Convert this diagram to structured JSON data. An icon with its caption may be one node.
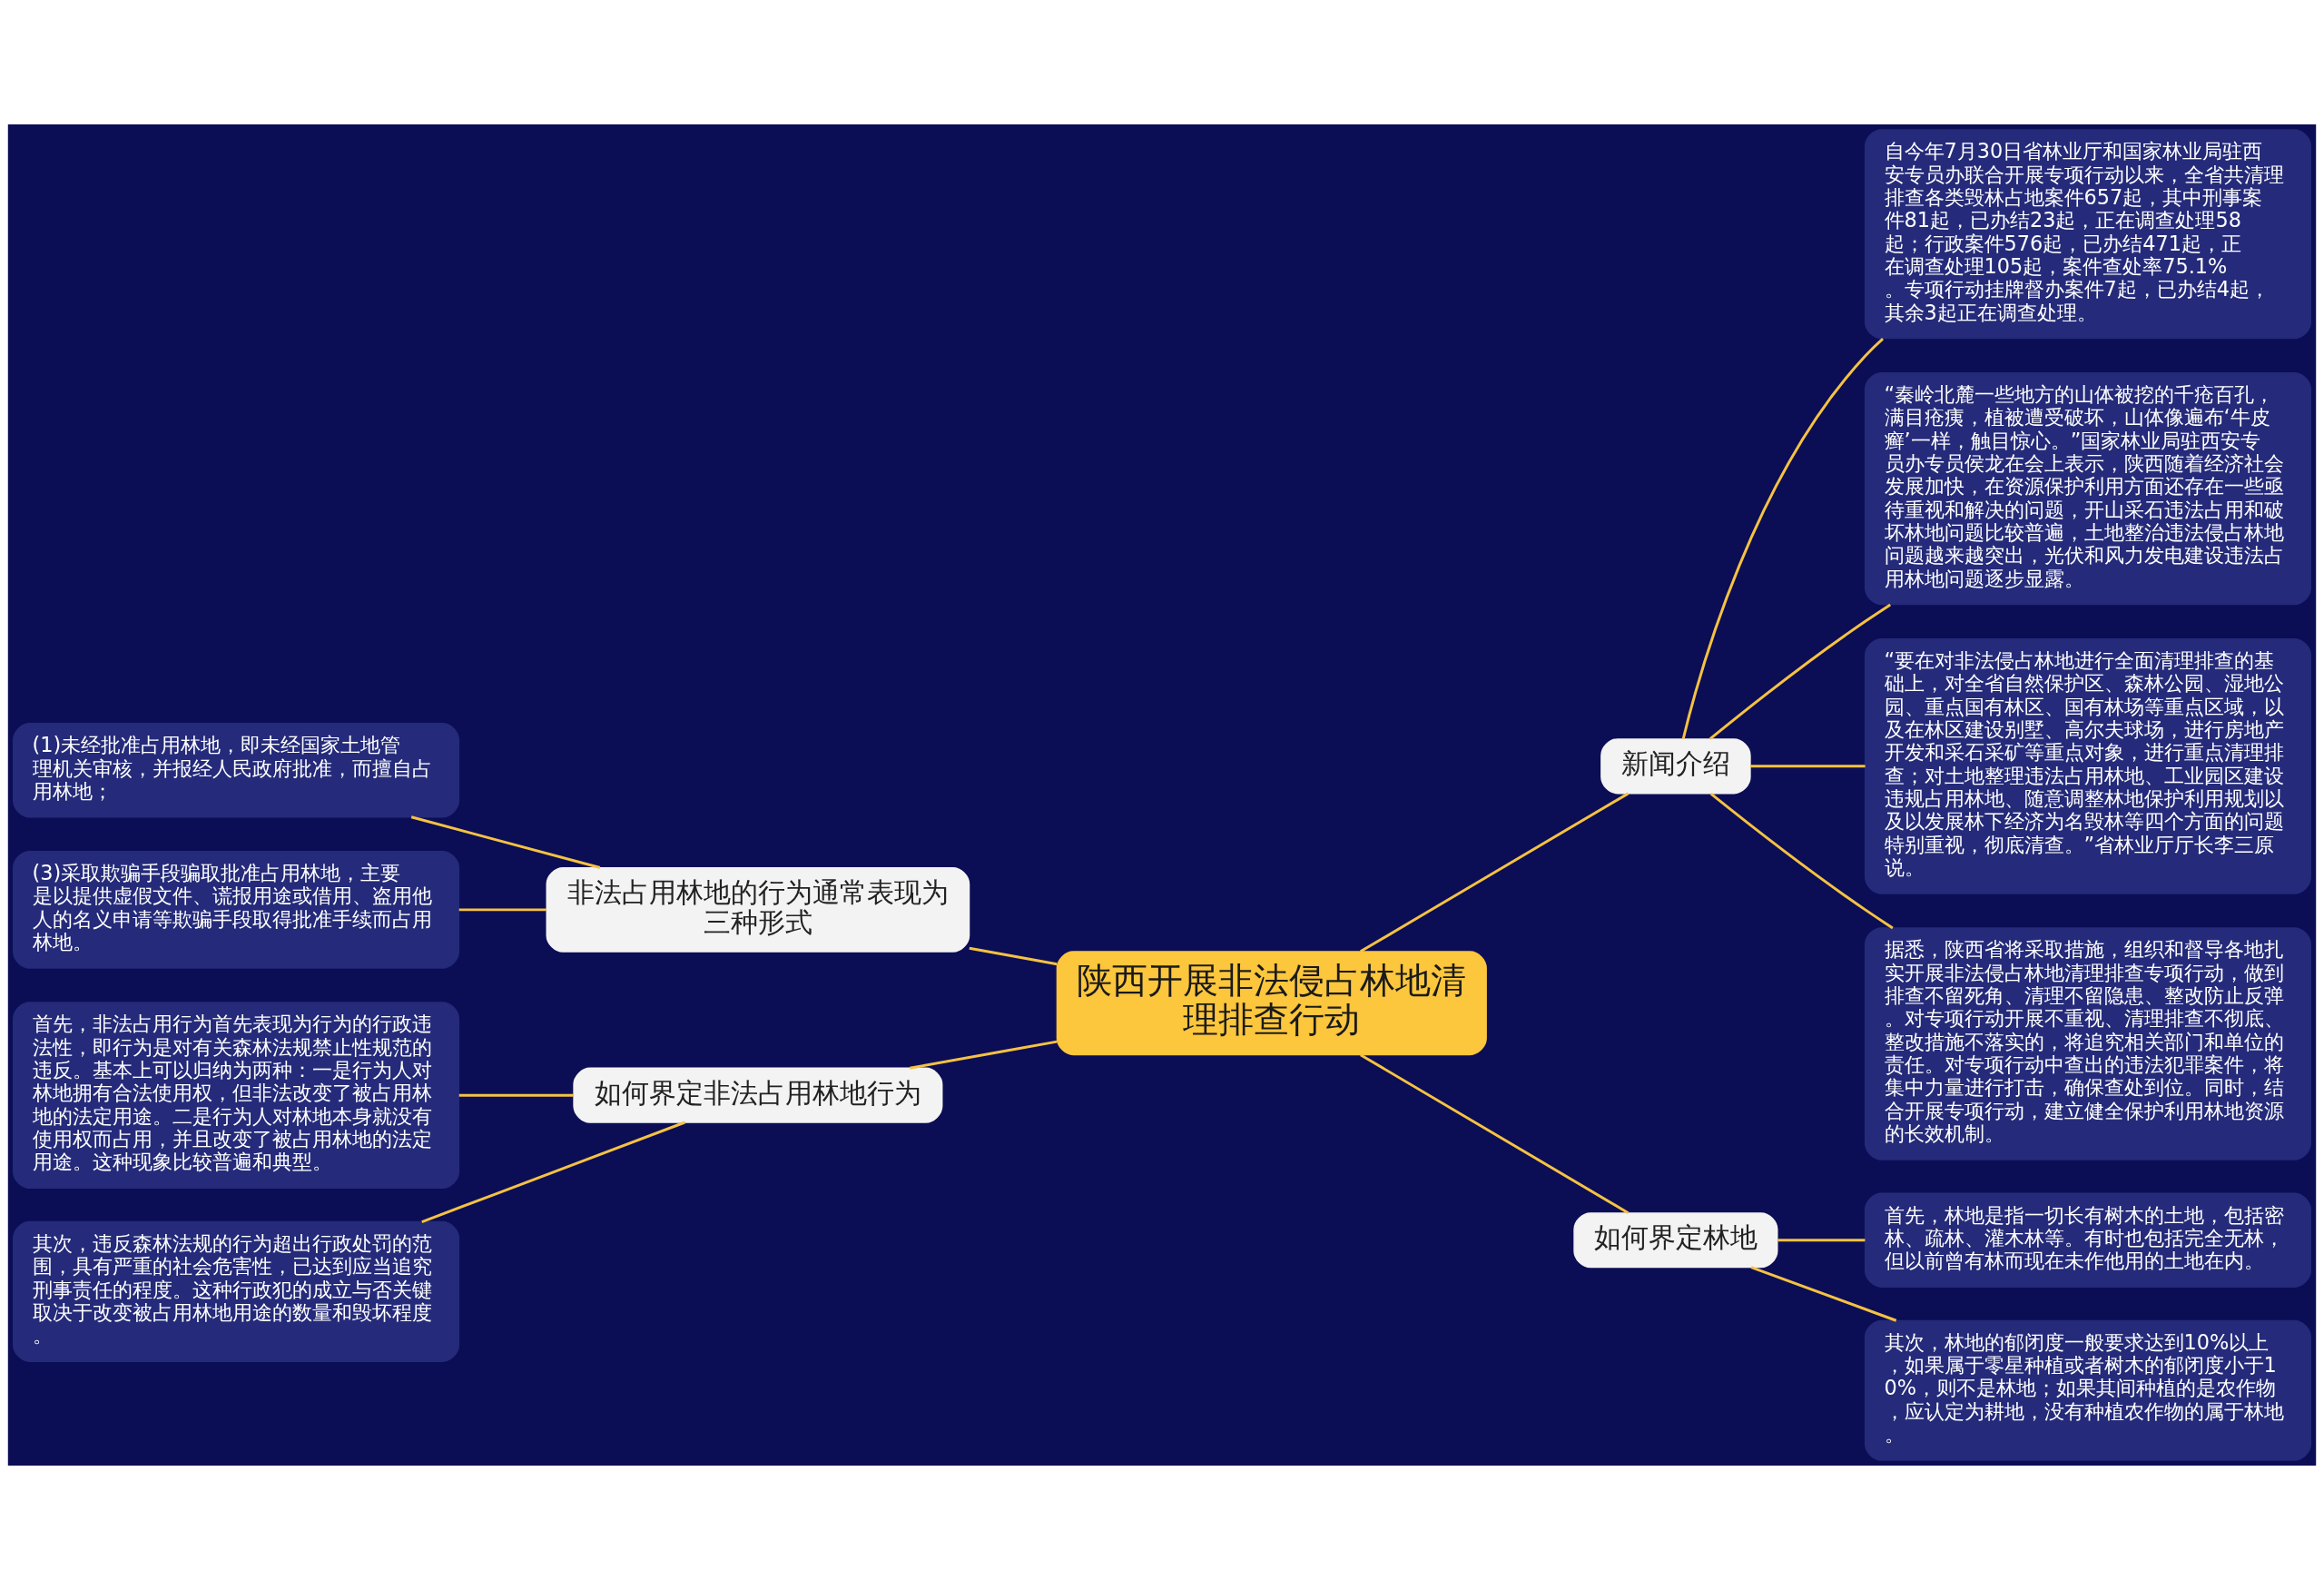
{
  "diagram": {
    "nodes": [
      {
        "text": [
          "陕西开展非法侵占林地清理排查行动"
        ]
      },
      {
        "text": [
          "新闻介绍"
        ]
      },
      {
        "text": [
          "自今年7月30日省林业厅和国家林业局驻西安专员办联合开展专项行动以来，全省共清理排查各类毁林占地案件657起，其中刑事案件81起，已办结23起，正在调查处理58起；行政案件576起，已办结471起，正在调查处理105起，案件查处率75.1%。专项行动挂牌督办案件7起，已办结4起，其余3起正在调查处理。"
        ]
      },
      {
        "text": [
          "“秦岭北麓一些地方的山体被挖的千疮百孔，满目疮痍，植被遭受破坏，山体像遍布‘牛皮癣’一样，触目惊心。”国家林业局驻西安专员办专员侯龙在会上表示，陕西随着经济社会发展加快，在资源保护利用方面还存在一些亟待重视和解决的问题，开山采石违法占用和破坏林地问题比较普遍，土地整治违法侵占林地问题越来越突出，光伏和风力发电建设违法占用林地问题逐步显露。"
        ]
      },
      {
        "text": [
          "“要在对非法侵占林地进行全面清理排查的基础上，对全省自然保护区、森林公园、湿地公园、重点国有林区、国有林场等重点区域，以及在林区建设别墅、高尔夫球场，进行房地产开发和采石采矿等重点对象，进行重点清理排查；对土地整理违法占用林地、工业园区建设违规占用林地、随意调整林地保护利用规划以及以发展林下经济为名毁林等四个方面的问题特别重视，彻底清查。”省林业厅厅长李三原说。"
        ]
      },
      {
        "text": [
          "据悉，陕西省将采取措施，组织和督导各地扎实开展非法侵占林地清理排查专项行动，做到排查不留死角、清理不留隐患、整改防止反弹。对专项行动开展不重视、清理排查不彻底、整改措施不落实的，将追究相关部门和单位的责任。对专项行动中查出的违法犯罪案件，将集中力量进行打击，确保查处到位。同时，结合开展专项行动，建立健全保护利用林地资源的长效机制。"
        ]
      },
      {
        "text": [
          "如何界定林地"
        ]
      },
      {
        "text": [
          "首先，林地是指一切长有树木的土地，包括密林、疏林、灌木林等。有时也包括完全无林，但以前曾有林而现在未作他用的土地在内。"
        ]
      },
      {
        "text": [
          "其次，林地的郁闭度一般要求达到10%以上，如果属于零星种植或者树木的郁闭度小于10%，则不是林地；如果其间种植的是农作物，应认定为耕地，没有种植农作物的属于林地。"
        ]
      },
      {
        "text": [
          "非法占用林地的行为通常表现为三种形式"
        ]
      },
      {
        "text": [
          "(1)未经批准占用林地，即未经国家土地管理机关审核，并报经人民政府批准，而擅自占用林地；"
        ]
      },
      {
        "text": [
          "(3)采取欺骗手段骗取批准占用林地，主要是以提供虚假文件、谎报用途或借用、盗用他人的名义申请等欺骗手段取得批准手续而占用林地。"
        ]
      },
      {
        "text": [
          "如何界定非法占用林地行为"
        ]
      },
      {
        "text": [
          "首先，非法占用行为首先表现为行为的行政违法性，即行为是对有关森林法规禁止性规范的违反。基本上可以归纳为两种：一是行为人对林地拥有合法使用权，但非法改变了被占用林地的法定用途。二是行为人对林地本身就没有使用权而占用，并且改变了被占用林地的法定用途。这种现象比较普遍和典型。"
        ]
      },
      {
        "text": [
          "其次，违反森林法规的行为超出行政处罚的范围，具有严重的社会危害性，已达到应当追究刑事责任的程度。这种行政犯的成立与否关键取决于改变被占用林地用途的数量和毁坏程度。"
        ]
      }
    ],
    "edges": [
      {
        "from": 0,
        "to": 1,
        "arrow": "none"
      },
      {
        "from": 1,
        "to": 2,
        "arrow": "none"
      },
      {
        "from": 1,
        "to": 3,
        "arrow": "none"
      },
      {
        "from": 1,
        "to": 4,
        "arrow": "none"
      },
      {
        "from": 1,
        "to": 5,
        "arrow": "none"
      },
      {
        "from": 0,
        "to": 6,
        "arrow": "none"
      },
      {
        "from": 6,
        "to": 7,
        "arrow": "none"
      },
      {
        "from": 6,
        "to": 8,
        "arrow": "none"
      },
      {
        "from": 0,
        "to": 9,
        "arrow": "none"
      },
      {
        "from": 9,
        "to": 10,
        "arrow": "none"
      },
      {
        "from": 9,
        "to": 11,
        "arrow": "none"
      },
      {
        "from": 0,
        "to": 12,
        "arrow": "none"
      },
      {
        "from": 12,
        "to": 13,
        "arrow": "none"
      },
      {
        "from": 12,
        "to": 14,
        "arrow": "none"
      }
    ]
  }
}
